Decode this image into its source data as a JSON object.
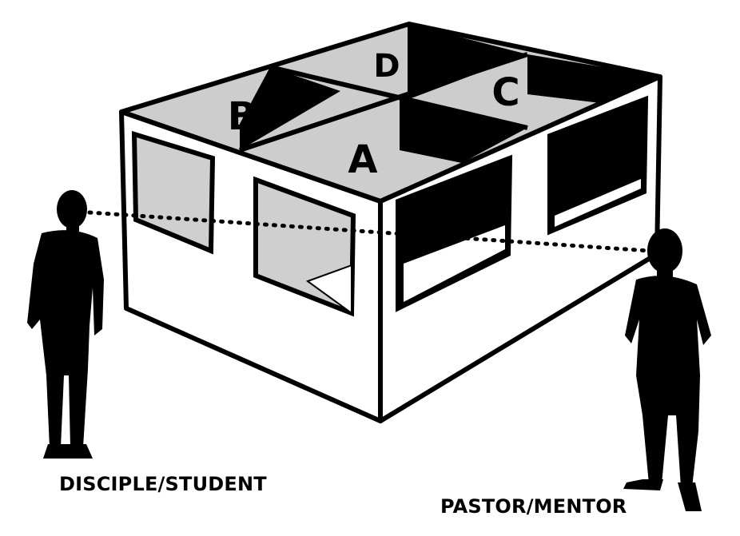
{
  "rooms": {
    "a": "A",
    "b": "B",
    "c": "C",
    "d": "D"
  },
  "captions": {
    "left_person": "DISCIPLE/STUDENT",
    "right_person": "PASTOR/MENTOR"
  },
  "colors": {
    "ink": "#000000",
    "wall": "#ffffff",
    "room_floor": "#cccccc",
    "shadow": "#000000"
  }
}
